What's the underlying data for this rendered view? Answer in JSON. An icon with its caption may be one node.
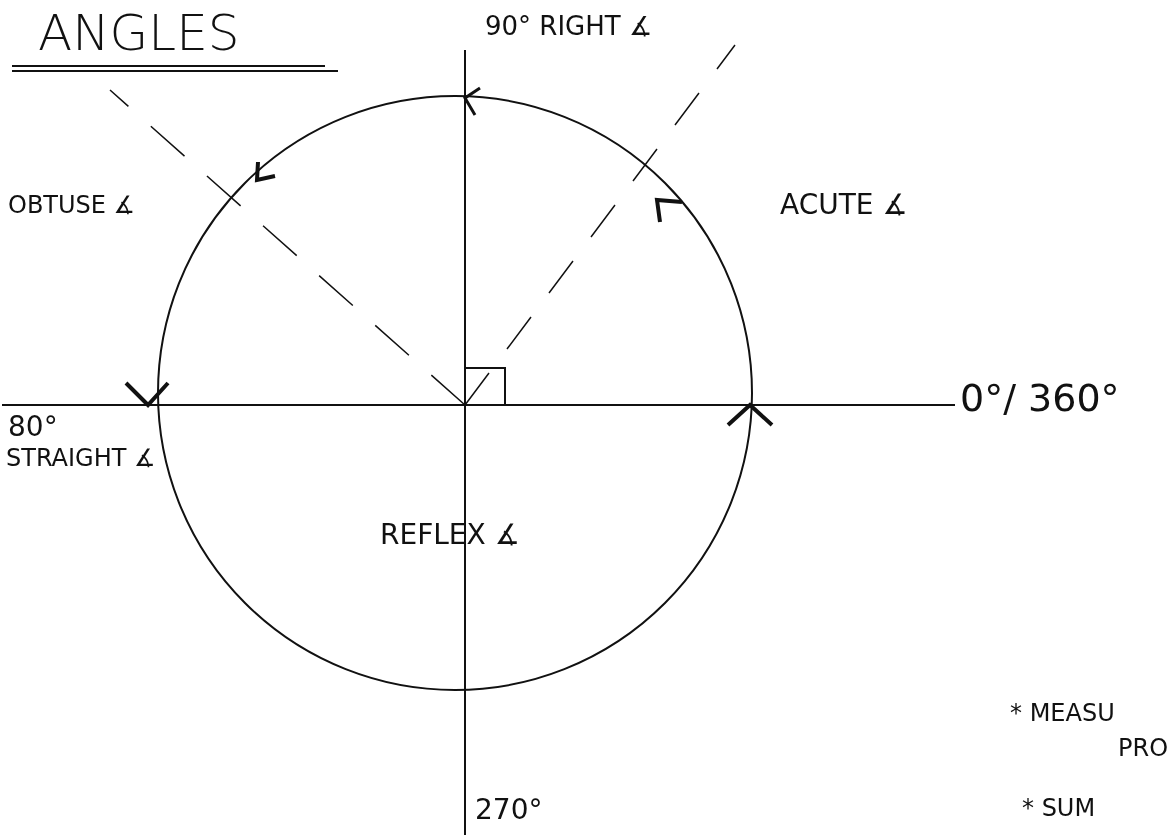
{
  "diagram": {
    "title": "ANGLES",
    "labels": [
      "90° RIGHT ∡",
      "OBTUSE ∡",
      "ACUTE ∡",
      "0°/ 360°",
      "80°",
      "STRAIGHT ∡",
      "REFLEX ∡",
      "270°",
      "* MEASU",
      "PRO",
      "* SUM"
    ]
  }
}
